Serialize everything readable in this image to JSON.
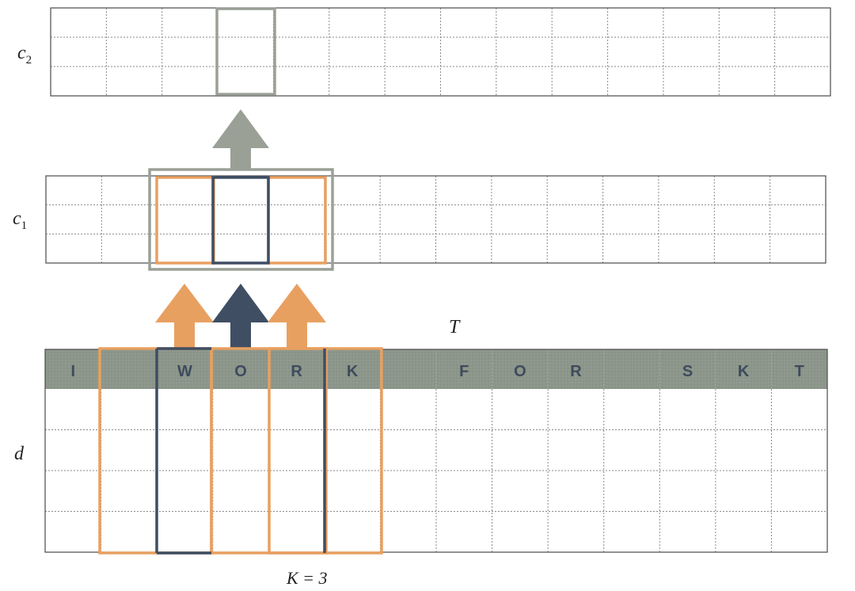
{
  "labels": {
    "c2": "c",
    "c2_sub": "2",
    "c1": "c",
    "c1_sub": "1",
    "T": "T",
    "d": "d",
    "K": "K = 3"
  },
  "tokens": [
    "I",
    "",
    "W",
    "O",
    "R",
    "K",
    "",
    "F",
    "O",
    "R",
    "",
    "S",
    "K",
    "T"
  ],
  "colors": {
    "grid": "#4a4a4a",
    "header_bg": "#8c968a",
    "orange": "#e8a061",
    "navy": "#3f4e63",
    "gray_box": "#9ba097",
    "text": "#3e4b5e"
  }
}
